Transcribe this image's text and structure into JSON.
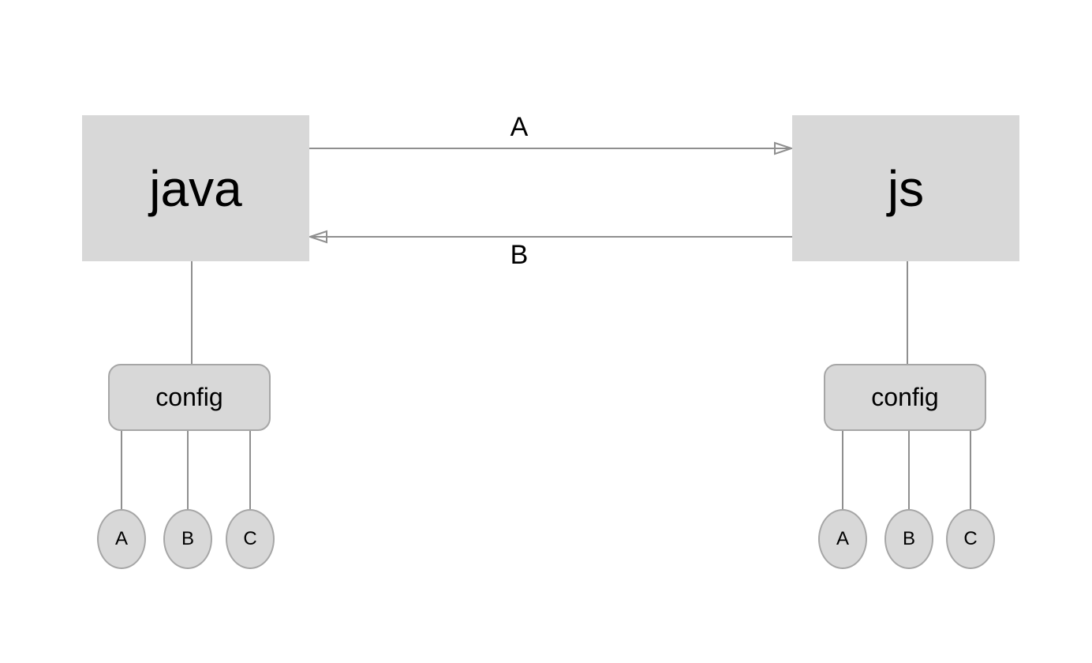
{
  "colors": {
    "background": "#ffffff",
    "node_fill": "#d8d8d8",
    "node_border": "#a6a6a6",
    "edge": "#8f8f8f",
    "text": "#000000"
  },
  "nodes": {
    "java": {
      "label": "java"
    },
    "js": {
      "label": "js"
    },
    "java_config": {
      "label": "config"
    },
    "js_config": {
      "label": "config"
    },
    "java_config_children": [
      {
        "label": "A"
      },
      {
        "label": "B"
      },
      {
        "label": "C"
      }
    ],
    "js_config_children": [
      {
        "label": "A"
      },
      {
        "label": "B"
      },
      {
        "label": "C"
      }
    ]
  },
  "edges": {
    "java_to_js": {
      "label": "A",
      "from": "java",
      "to": "js"
    },
    "js_to_java": {
      "label": "B",
      "from": "js",
      "to": "java"
    }
  }
}
